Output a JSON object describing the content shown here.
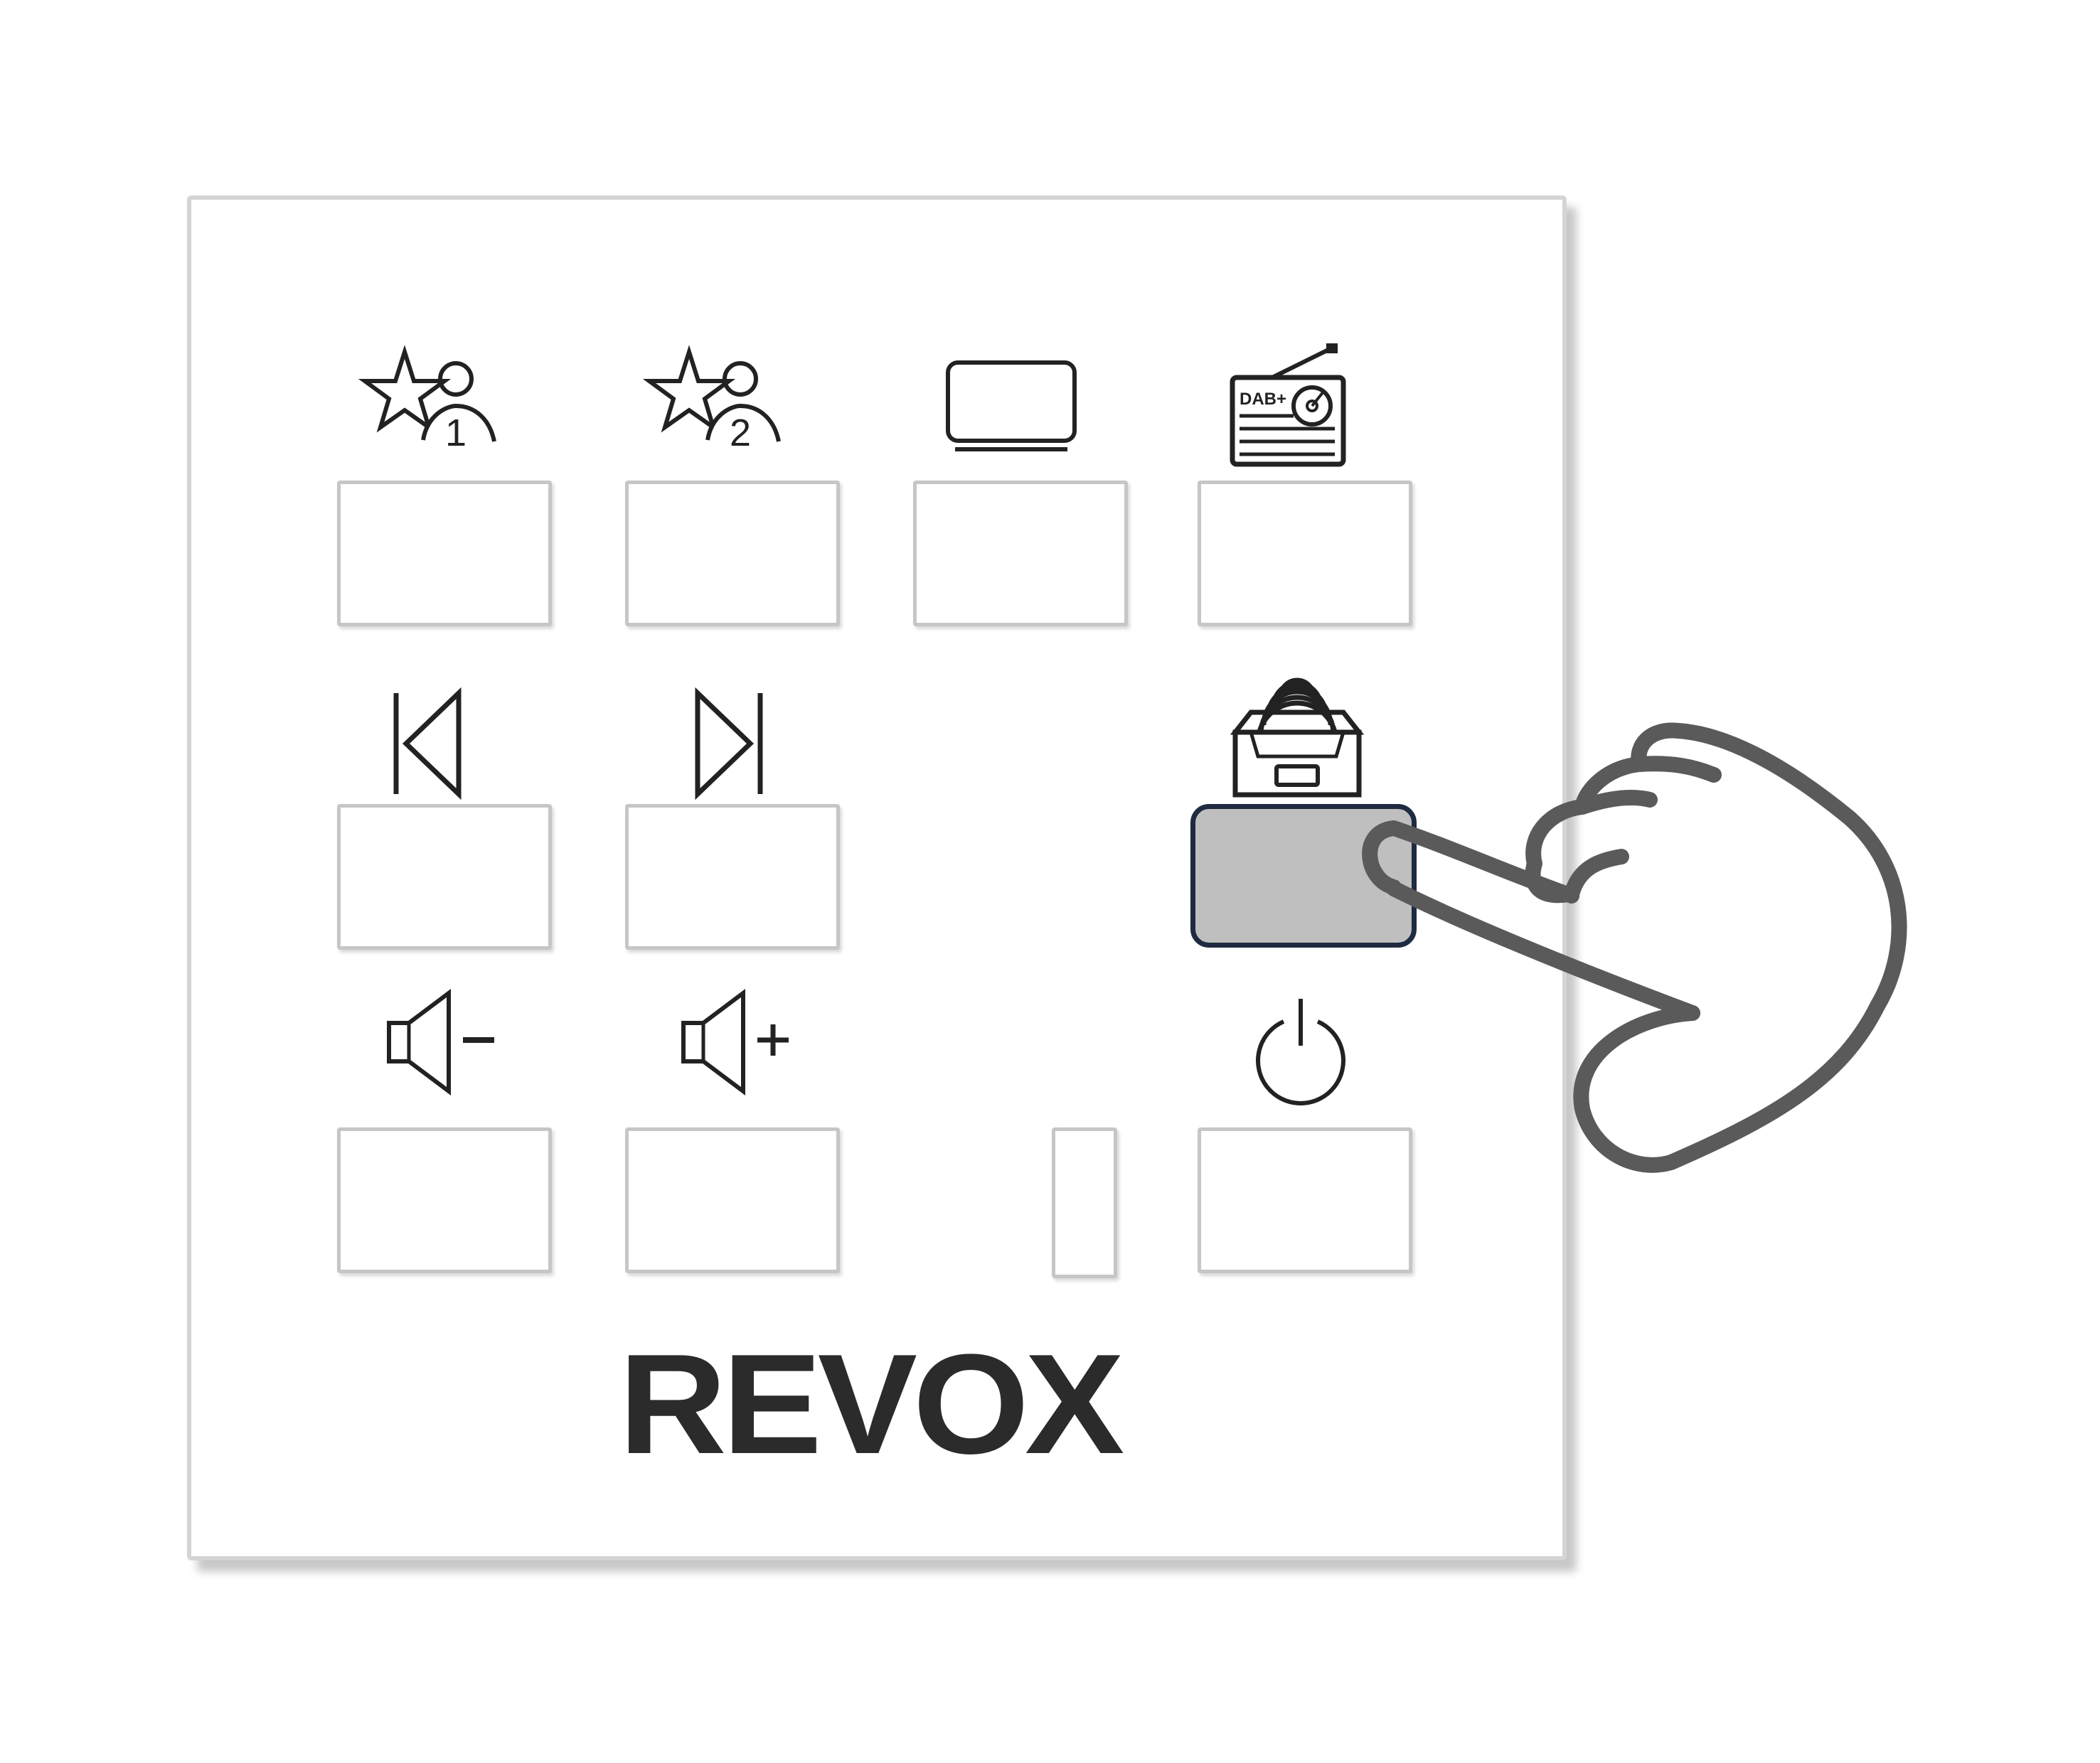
{
  "panel": {
    "brand": "REVOX",
    "icons": {
      "preset1": {
        "name": "favorite-user-1-icon",
        "digit": "1"
      },
      "preset2": {
        "name": "favorite-user-2-icon",
        "digit": "2"
      },
      "tv": {
        "name": "tv-icon"
      },
      "radio": {
        "name": "dab-radio-icon",
        "label": "DAB+"
      },
      "prev": {
        "name": "previous-track-icon"
      },
      "next": {
        "name": "next-track-icon"
      },
      "media": {
        "name": "media-library-icon"
      },
      "vol_down": {
        "name": "volume-down-icon"
      },
      "vol_up": {
        "name": "volume-up-icon"
      },
      "power": {
        "name": "power-icon"
      }
    },
    "active_key": "media-library-key",
    "colors": {
      "active_fill": "#bfbfbf",
      "active_border": "#1e2b40"
    }
  }
}
